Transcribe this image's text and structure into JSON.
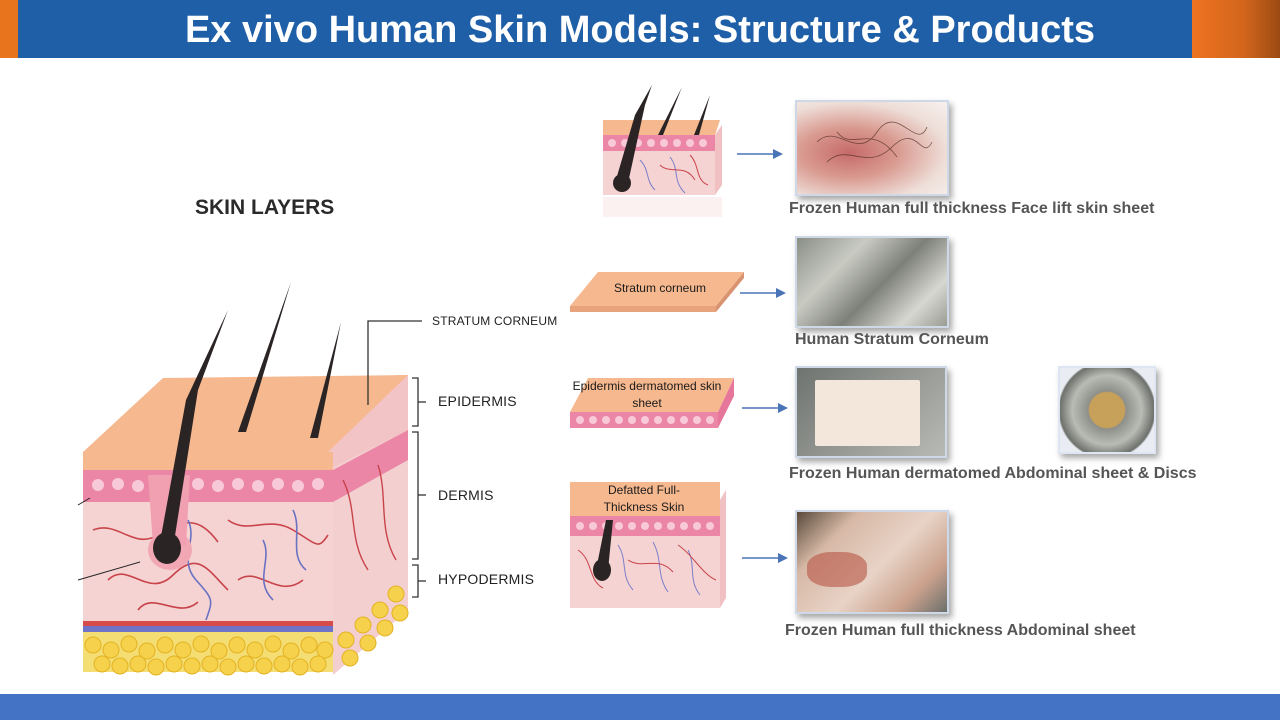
{
  "slide": {
    "title": "Ex vivo Human Skin Models: Structure & Products",
    "heading": "SKIN LAYERS",
    "colors": {
      "title_bar": "#1f5fa8",
      "accent": "#e8741e",
      "footer": "#4472c4",
      "skin": "#f6b88e",
      "arrow": "#4a74b8"
    }
  },
  "layers": {
    "stratum_corneum": "STRATUM CORNEUM",
    "epidermis": "EPIDERMIS",
    "dermis": "DERMIS",
    "hypodermis": "HYPODERMIS"
  },
  "products": [
    {
      "slab_label": "",
      "caption": "Frozen Human full thickness Face lift skin sheet"
    },
    {
      "slab_label": "Stratum corneum",
      "caption": "Human Stratum Corneum"
    },
    {
      "slab_label": "Epidermis dermatomed skin sheet",
      "caption": "Frozen Human dermatomed Abdominal sheet & Discs"
    },
    {
      "slab_label": "Defatted Full-Thickness Skin",
      "caption": "Frozen Human full thickness Abdominal sheet"
    }
  ]
}
